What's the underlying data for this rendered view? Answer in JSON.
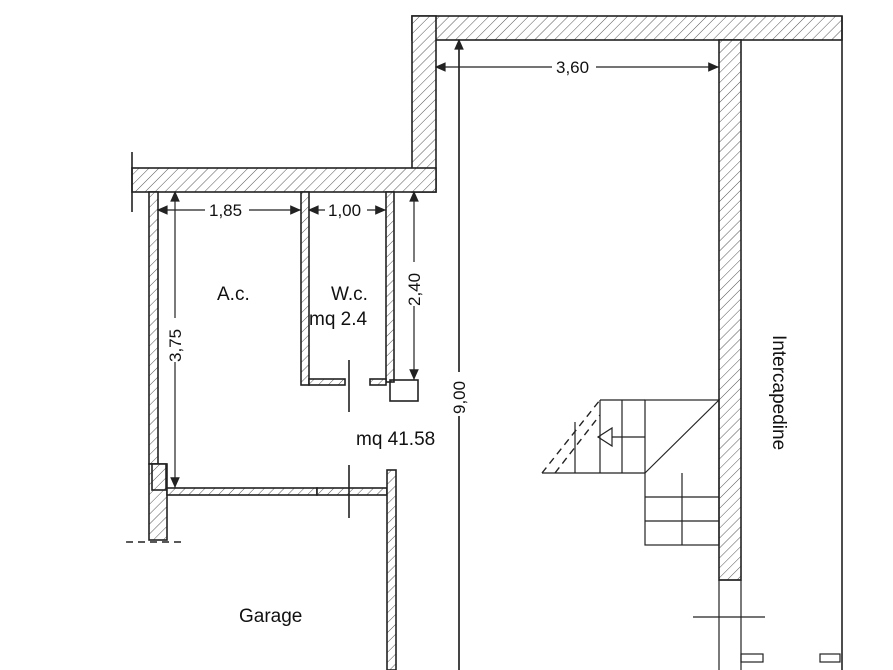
{
  "rooms": {
    "ac": "A.c.",
    "wc": "W.c.",
    "wc_area": "mq 2.4",
    "main_area": "mq 41.58",
    "garage": "Garage",
    "intercapedine": "Intercapedine"
  },
  "dimensions": {
    "top_width": "3,60",
    "ac_width": "1,85",
    "wc_width": "1,00",
    "wc_height": "2,40",
    "ac_height": "3,75",
    "total_height": "9,00"
  }
}
